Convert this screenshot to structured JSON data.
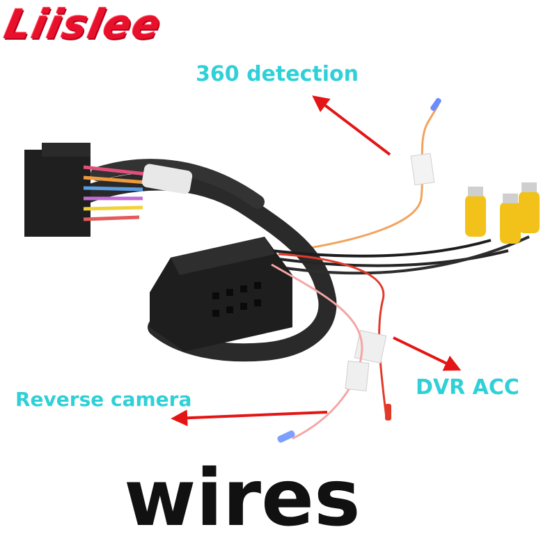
{
  "brand": {
    "name": "Liislee",
    "color": "#e8102a"
  },
  "labels": {
    "detection_360": "360 detection",
    "dvr_acc": "DVR  ACC",
    "reverse_camera": "Reverse camera"
  },
  "caption": "wires",
  "colors": {
    "label": "#2fd0d8",
    "arrow": "#e41515",
    "connector": "#1c1c1c",
    "rca": "#f2c21a",
    "wire_orange": "#f2a35c",
    "wire_red": "#e23a2a",
    "wire_pink": "#f5a5a5"
  }
}
